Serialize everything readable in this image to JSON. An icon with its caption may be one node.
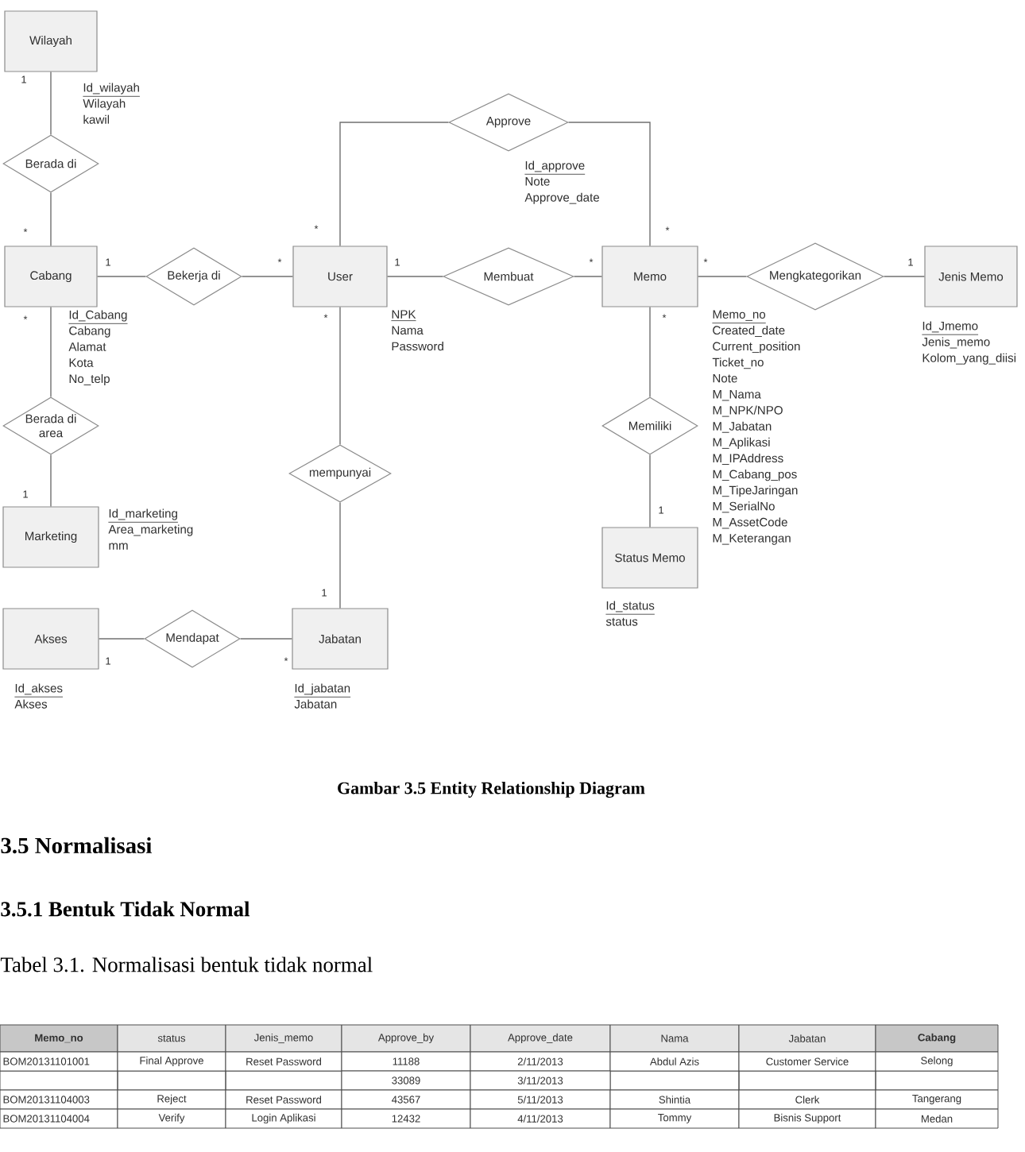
{
  "diagram": {
    "caption": "Gambar 3.5 Entity Relationship Diagram",
    "nodes": [
      {
        "text": [
          "Wilayah"
        ],
        "beside": [
          "Id_wilayah",
          "Wilayah",
          "kawil"
        ]
      },
      {
        "text": [
          "Approve"
        ],
        "beside": [
          "Id_approve",
          "Note",
          "Approve_date"
        ]
      },
      {
        "text": [
          "Berada di"
        ]
      },
      {
        "text": [
          "Cabang"
        ],
        "beside": [
          "Id_Cabang",
          "Cabang",
          "Alamat",
          "Kota",
          "No_telp"
        ]
      },
      {
        "text": [
          "Bekerja di"
        ]
      },
      {
        "text": [
          "User"
        ],
        "beside": [
          "NPK",
          "Nama",
          "Password"
        ]
      },
      {
        "text": [
          "Membuat"
        ]
      },
      {
        "text": [
          "Memo"
        ],
        "beside": [
          "Memo_no",
          "Created_date",
          "Current_position",
          "Ticket_no",
          "Note",
          "M_Nama",
          "M_NPK/NPO",
          "M_Jabatan",
          "M_Aplikasi",
          "M_IPAddress",
          "M_Cabang_pos",
          "M_TipeJaringan",
          "M_SerialNo",
          "M_AssetCode",
          "M_Keterangan"
        ]
      },
      {
        "text": [
          "Mengkategorikan"
        ]
      },
      {
        "text": [
          "Jenis Memo"
        ],
        "beside": [
          "Id_Jmemo",
          "Jenis_memo",
          "Kolom_yang_diisi"
        ]
      },
      {
        "text": [
          "Berada di area"
        ]
      },
      {
        "text": [
          "Memiliki"
        ]
      },
      {
        "text": [
          "mempunyai"
        ]
      },
      {
        "text": [
          "Marketing"
        ],
        "beside": [
          "Id_marketing",
          "Area_marketing",
          "mm"
        ]
      },
      {
        "text": [
          "Status Memo"
        ],
        "beside": [
          "Id_status",
          "status"
        ]
      },
      {
        "text": [
          "Akses"
        ],
        "beside": [
          "Id_akses",
          "Akses"
        ]
      },
      {
        "text": [
          "Mendapat"
        ]
      },
      {
        "text": [
          "Jabatan"
        ],
        "beside": [
          "Id_jabatan",
          "Jabatan"
        ]
      }
    ],
    "edges": [
      {
        "from": 0,
        "to": 2,
        "arrow": "none",
        "label": "1"
      },
      {
        "from": 2,
        "to": 3,
        "arrow": "none",
        "label": "*"
      },
      {
        "from": 3,
        "to": 4,
        "arrow": "none",
        "label": "1"
      },
      {
        "from": 4,
        "to": 5,
        "arrow": "none",
        "label": "*"
      },
      {
        "from": 5,
        "to": 1,
        "arrow": "none",
        "label": "*"
      },
      {
        "from": 1,
        "to": 7,
        "arrow": "none",
        "label": "*"
      },
      {
        "from": 5,
        "to": 6,
        "arrow": "none",
        "label": "1"
      },
      {
        "from": 6,
        "to": 7,
        "arrow": "none",
        "label": "*"
      },
      {
        "from": 7,
        "to": 8,
        "arrow": "none",
        "label": "*"
      },
      {
        "from": 8,
        "to": 9,
        "arrow": "none",
        "label": "1"
      },
      {
        "from": 3,
        "to": 10,
        "arrow": "none",
        "label": "*"
      },
      {
        "from": 10,
        "to": 13,
        "arrow": "none",
        "label": "1"
      },
      {
        "from": 7,
        "to": 11,
        "arrow": "none",
        "label": "*"
      },
      {
        "from": 11,
        "to": 14,
        "arrow": "none",
        "label": "1"
      },
      {
        "from": 5,
        "to": 12,
        "arrow": "none",
        "label": "*"
      },
      {
        "from": 12,
        "to": 17,
        "arrow": "none",
        "label": "1"
      },
      {
        "from": 15,
        "to": 16,
        "arrow": "none",
        "label": "1"
      },
      {
        "from": 16,
        "to": 17,
        "arrow": "none",
        "label": "*"
      }
    ],
    "labels": [
      "3.5 Normalisasi",
      "3.5.1 Bentuk Tidak Normal",
      "Tabel 3.1. Normalisasi bentuk tidak normal",
      "Memo_no",
      "status",
      "Jenis_memo",
      "Approve_by",
      "Approve_date",
      "Nama",
      "Jabatan",
      "Cabang",
      "BOM20131101001",
      "Final Approve",
      "Reset Password",
      "11188",
      "2/11/2013",
      "Abdul Azis",
      "Customer Service",
      "Selong",
      "33089",
      "3/11/2013",
      "BOM20131104003",
      "Reject",
      "Reset Password",
      "43567",
      "5/11/2013",
      "Shintia",
      "Clerk",
      "Tangerang",
      "BOM20131104004",
      "Verify",
      "Login Aplikasi",
      "12432",
      "4/11/2013",
      "Tommy",
      "Bisnis Support",
      "Medan"
    ]
  }
}
